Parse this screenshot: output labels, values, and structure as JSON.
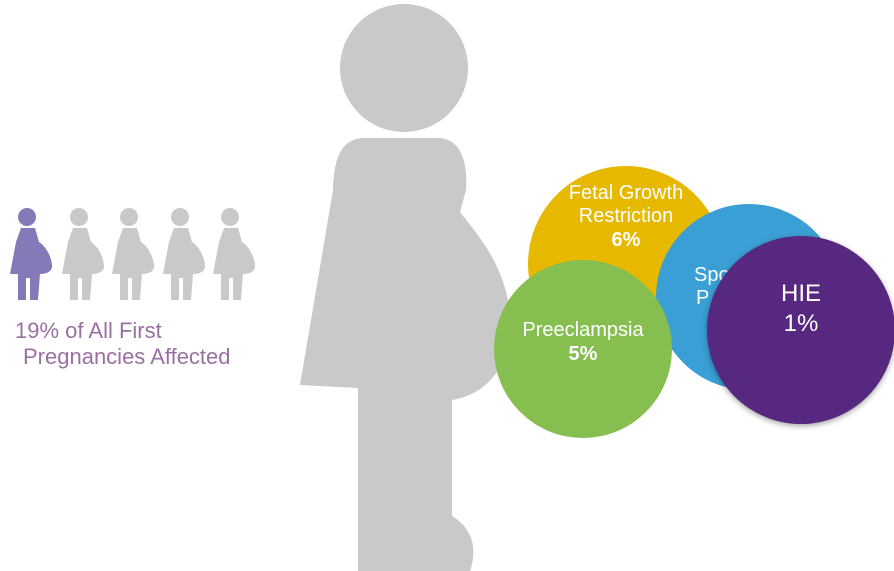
{
  "colors": {
    "figure_gray": "#c9c9c9",
    "highlight_purple": "#8579b8",
    "caption_purple": "#9b6fa3",
    "fetal_growth_yellow": "#e6b900",
    "spontaneous_blue": "#3a9fd4",
    "preeclampsia_green": "#86be50",
    "hie_purple": "#56287f"
  },
  "summary": {
    "figures_total": 5,
    "figures_highlighted": 1,
    "caption_line1": "19% of All First",
    "caption_line2": "Pregnancies Affected"
  },
  "bubbles": {
    "fetal_growth": {
      "label_line1": "Fetal Growth",
      "label_line2": "Restriction",
      "value": "6%"
    },
    "spontaneous": {
      "label_line1": "Spo",
      "label_line2": "P"
    },
    "preeclampsia": {
      "label": "Preeclampsia",
      "value": "5%"
    },
    "hie": {
      "label": "HIE",
      "value": "1%"
    }
  }
}
